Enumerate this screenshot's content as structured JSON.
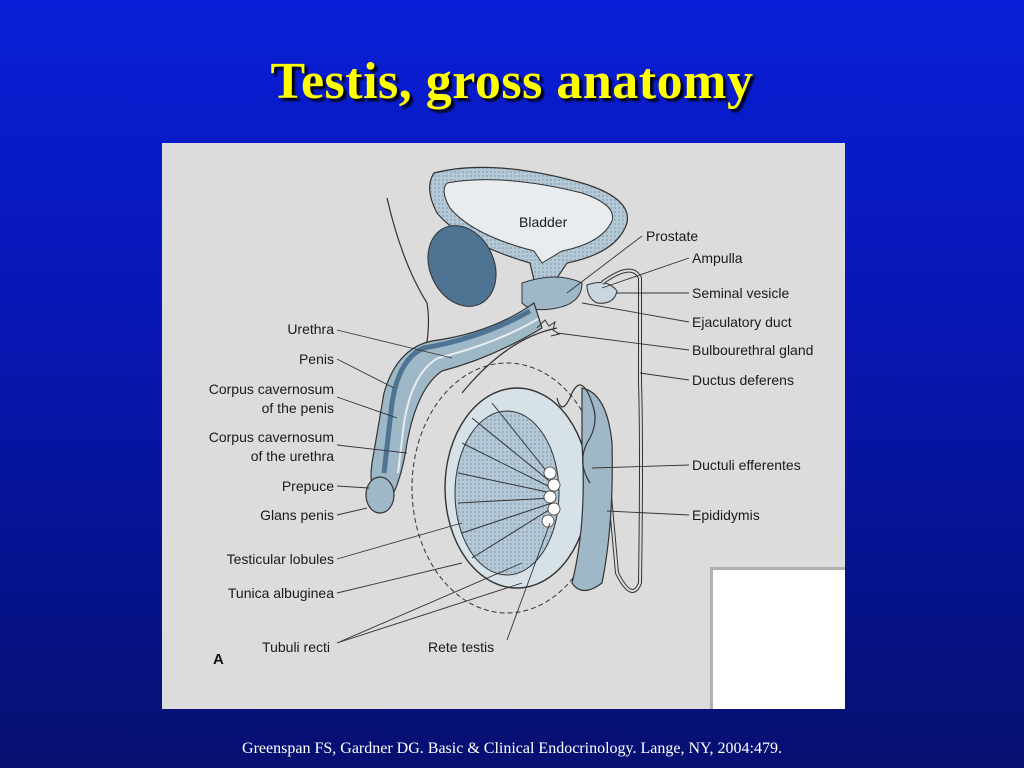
{
  "slide": {
    "title": "Testis, gross anatomy",
    "citation": "Greenspan FS, Gardner DG.  Basic & Clinical Endocrinology. Lange, NY, 2004:479."
  },
  "figure": {
    "panel_letter": "A",
    "labels": {
      "bladder": "Bladder",
      "prostate": "Prostate",
      "ampulla": "Ampulla",
      "seminal_vesicle": "Seminal vesicle",
      "ejaculatory_duct": "Ejaculatory duct",
      "bulbourethral_gland": "Bulbourethral gland",
      "ductus_deferens": "Ductus deferens",
      "ductuli_efferentes": "Ductuli efferentes",
      "epididymis": "Epididymis",
      "urethra": "Urethra",
      "penis": "Penis",
      "corpus_cavernosum_penis": [
        "Corpus cavernosum",
        "of the penis"
      ],
      "corpus_cavernosum_urethra": [
        "Corpus cavernosum",
        "of the urethra"
      ],
      "prepuce": "Prepuce",
      "glans_penis": "Glans penis",
      "testicular_lobules": "Testicular lobules",
      "tunica_albuginea": "Tunica albuginea",
      "tubuli_recti": "Tubuli recti",
      "rete_testis": "Rete testis"
    }
  },
  "colors": {
    "background": "#0716b0",
    "title": "#ffff00",
    "figure_bg": "#dcdcdc",
    "tissue": "#9fb8c8",
    "tissue_dark": "#4f7393"
  }
}
